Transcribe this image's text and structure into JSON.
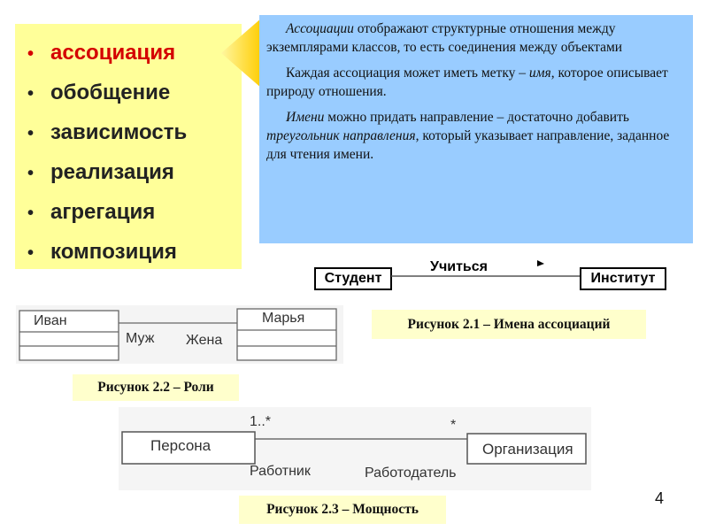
{
  "list": {
    "items": [
      {
        "label": "ассоциация",
        "active": true
      },
      {
        "label": "обобщение"
      },
      {
        "label": "зависимость"
      },
      {
        "label": "реализация"
      },
      {
        "label": "агрегация"
      },
      {
        "label": "композиция"
      }
    ]
  },
  "callout": {
    "p1_em": "Ассоциации",
    "p1_rest": " отображают структурные отношения между экземплярами классов, то есть соединения между объектами",
    "p2_start": "Каждая ассоциация может иметь метку – ",
    "p2_em": "имя",
    "p2_rest": ", которое описывает природу отношения.",
    "p3_em": "Имени",
    "p3_mid": " можно придать направление – достаточно добавить ",
    "p3_em2": "треугольник направления",
    "p3_rest": ", который указывает направление, заданное для чтения имени."
  },
  "fig1": {
    "left_class": "Студент",
    "right_class": "Институт",
    "assoc_name": "Учиться",
    "caption": "Рисунок 2.1 – Имена ассоциаций"
  },
  "fig2": {
    "left_class": "Иван",
    "right_class": "Марья",
    "left_role": "Муж",
    "right_role": "Жена",
    "caption": "Рисунок 2.2 – Роли"
  },
  "fig3": {
    "left_class": "Персона",
    "right_class": "Организация",
    "left_mult": "1..*",
    "right_mult": "*",
    "left_role": "Работник",
    "right_role": "Работодатель",
    "caption": "Рисунок 2.3 – Мощность"
  },
  "page_number": "4"
}
